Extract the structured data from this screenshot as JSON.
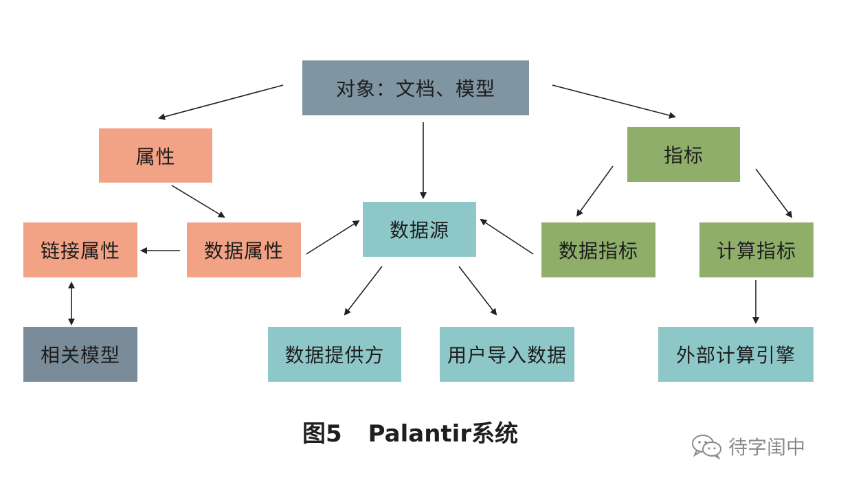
{
  "nodes": {
    "object": "对象：文档、模型",
    "attribute": "属性",
    "indicator": "指标",
    "link_attribute": "链接属性",
    "data_attribute": "数据属性",
    "data_source": "数据源",
    "data_indicator": "数据指标",
    "computed_indicator": "计算指标",
    "related_model": "相关模型",
    "data_provider": "数据提供方",
    "user_import": "用户导入数据",
    "external_engine": "外部计算引擎"
  },
  "caption": {
    "figure": "图5",
    "title": "Palantir系统"
  },
  "watermark": {
    "icon": "wechat-icon",
    "text": "待字闺中"
  },
  "colors": {
    "object": "#7f95a1",
    "attribute_group": "#f2a386",
    "data_source_group": "#8ec7c8",
    "indicator_group": "#8fae6a",
    "related_model": "#7a8c99",
    "arrow": "#222222"
  }
}
